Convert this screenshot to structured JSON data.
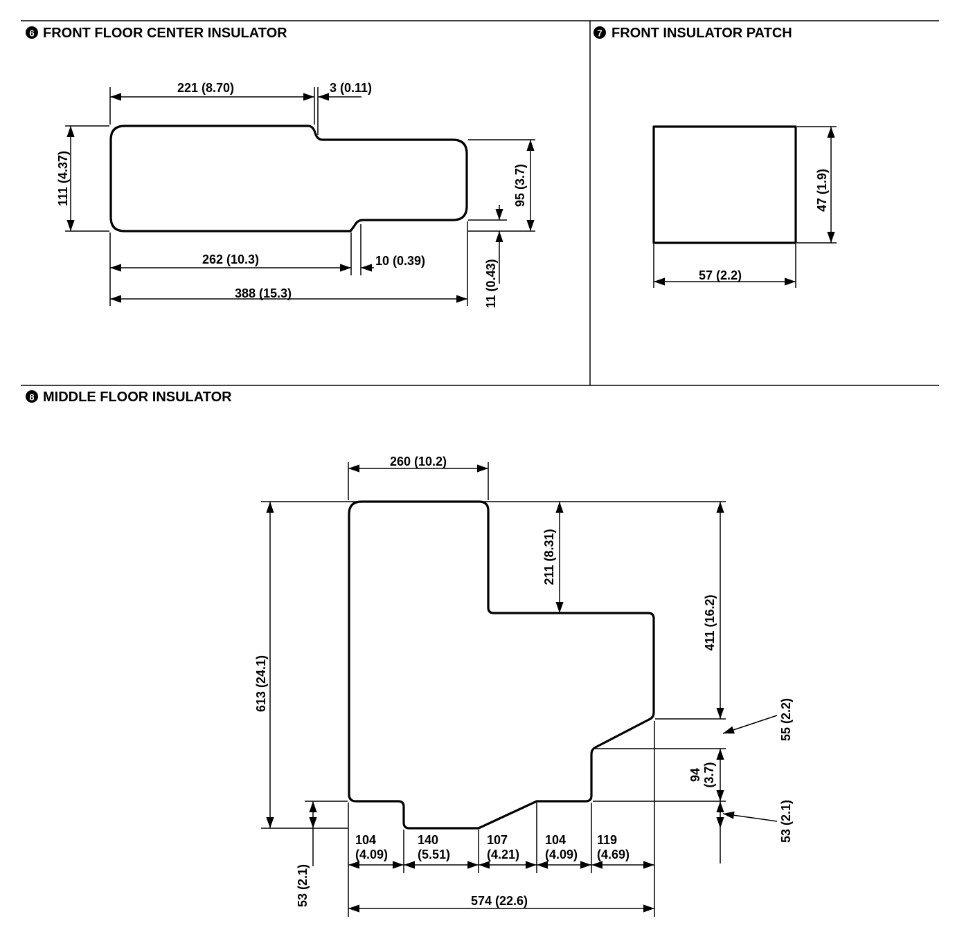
{
  "panels": {
    "p6": {
      "number": "6",
      "title": "FRONT FLOOR CENTER INSULATOR",
      "dims": {
        "top_width": "221 (8.70)",
        "notch_top": "3 (0.11)",
        "height": "111 (4.37)",
        "right_height": "95 (3.7)",
        "bottom_width": "262 (10.3)",
        "notch_bottom": "10 (0.39)",
        "total_width": "388 (15.3)",
        "bottom_step": "11 (0.43)"
      }
    },
    "p7": {
      "number": "7",
      "title": "FRONT INSULATOR PATCH",
      "dims": {
        "height": "47 (1.9)",
        "width": "57 (2.2)"
      }
    },
    "p8": {
      "number": "8",
      "title": "MIDDLE FLOOR INSULATOR",
      "dims": {
        "top_width": "260 (10.2)",
        "notch_depth": "211 (8.31)",
        "right_height": "411 (16.2)",
        "total_height": "613 (24.1)",
        "chamfer_upper": "55 (2.2)",
        "mid_step_a": "94",
        "mid_step_b": "(3.7)",
        "chamfer_lower": "53 (2.1)",
        "left_bottom_step": "53 (2.1)",
        "seg1_a": "104",
        "seg1_b": "(4.09)",
        "seg2_a": "140",
        "seg2_b": "(5.51)",
        "seg3_a": "107",
        "seg3_b": "(4.21)",
        "seg4_a": "104",
        "seg4_b": "(4.09)",
        "seg5_a": "119",
        "seg5_b": "(4.69)",
        "total_width": "574 (22.6)"
      }
    }
  }
}
